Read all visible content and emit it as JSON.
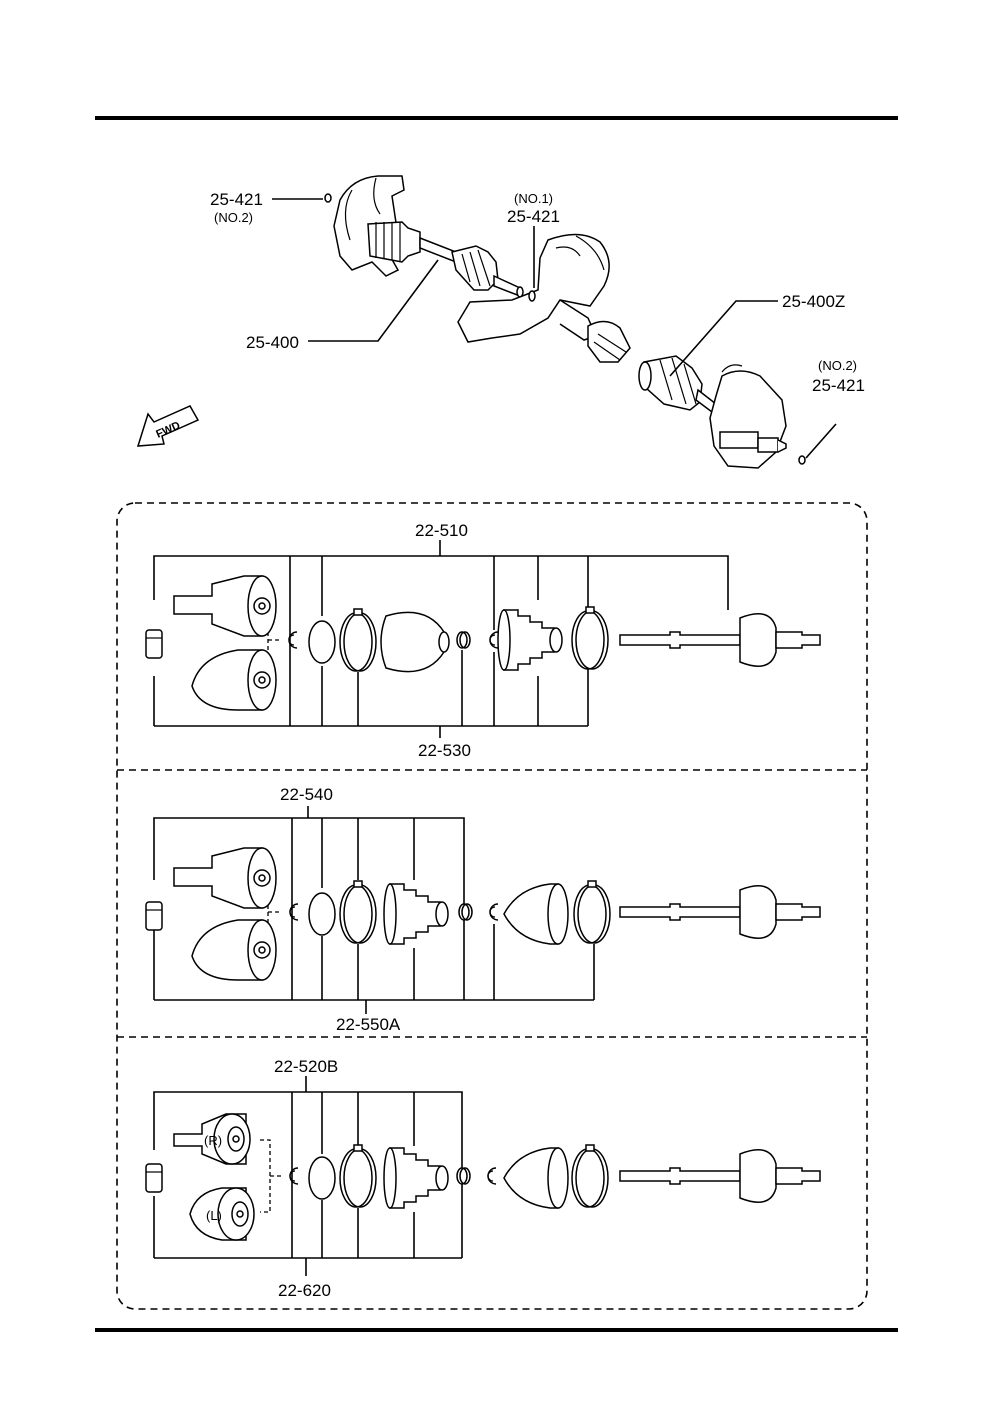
{
  "top_assembly": {
    "labels": {
      "clip_left_code": "25-421",
      "clip_left_note": "(NO.2)",
      "clip_mid_note": "(NO.1)",
      "clip_mid_code": "25-421",
      "shaft_left": "25-400",
      "shaft_right": "25-400Z",
      "clip_right_note": "(NO.2)",
      "clip_right_code": "25-421"
    },
    "fwd_arrow": "FWD"
  },
  "panel_1": {
    "top_label": "22-510",
    "bottom_label": "22-530"
  },
  "panel_2": {
    "top_label": "22-540",
    "bottom_label": "22-550A"
  },
  "panel_3": {
    "top_label": "22-520B",
    "bottom_label": "22-620",
    "joint_right_mark": "(R)",
    "joint_left_mark": "(L)"
  }
}
